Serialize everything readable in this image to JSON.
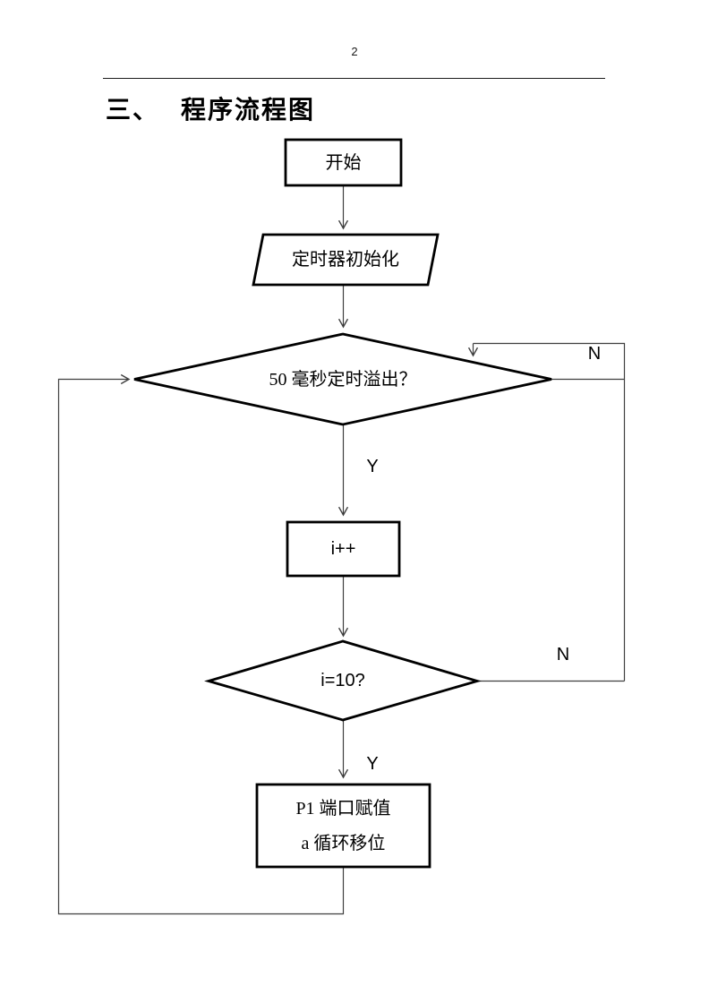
{
  "page": {
    "number": "2",
    "heading": {
      "number": "三、",
      "title": "程序流程图"
    }
  },
  "flowchart": {
    "nodes": {
      "start": {
        "type": "process",
        "label": "开始"
      },
      "timer_init": {
        "type": "io",
        "label": "定时器初始化"
      },
      "timer_check": {
        "type": "decision",
        "label": "50 毫秒定时溢出？"
      },
      "increment": {
        "type": "process",
        "label": "i++"
      },
      "count_check": {
        "type": "decision",
        "label": "i=10?"
      },
      "output": {
        "type": "process",
        "line1": "P1 端口赋值",
        "line2": "a 循环移位"
      }
    },
    "branch_labels": {
      "timer_yes": "Y",
      "timer_no": "N",
      "count_yes": "Y",
      "count_no": "N"
    }
  },
  "colors": {
    "background": "#ffffff",
    "shape_border": "#000000",
    "connector": "#3f3f3f",
    "text": "#000000"
  }
}
